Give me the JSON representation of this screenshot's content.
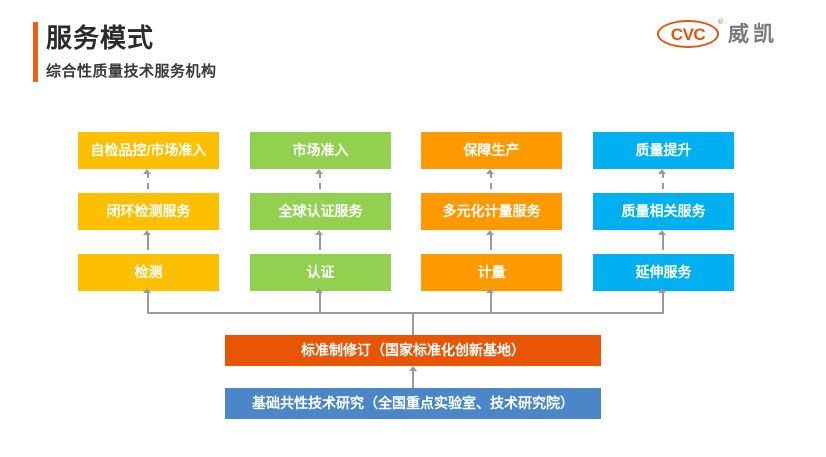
{
  "header": {
    "title": "服务模式",
    "subtitle": "综合性质量技术服务机构",
    "accent_color": "#E8610E"
  },
  "logo": {
    "mark_text": "CVC",
    "registered_mark": "®",
    "name_cn": "威凯",
    "mark_color": "#E8540D",
    "name_color": "#7A7A7A"
  },
  "diagram": {
    "columns": [
      {
        "id": "testing",
        "color": "#FCC000",
        "color_name": "amber",
        "outcome": "自检品控/市场准入",
        "service": "闭环检测服务",
        "capability": "检测"
      },
      {
        "id": "certification",
        "color": "#92D050",
        "color_name": "green",
        "outcome": "市场准入",
        "service": "全球认证服务",
        "capability": "认证"
      },
      {
        "id": "metrology",
        "color": "#FF9900",
        "color_name": "orange",
        "outcome": "保障生产",
        "service": "多元化计量服务",
        "capability": "计量"
      },
      {
        "id": "quality",
        "color": "#00B0F0",
        "color_name": "blue",
        "outcome": "质量提升",
        "service": "质量相关服务",
        "capability": "延伸服务"
      }
    ],
    "foundation": [
      {
        "id": "standards",
        "label": "标准制修订（国家标准化创新基地）",
        "color": "#E85505"
      },
      {
        "id": "research",
        "label": "基础共性技术研究（全国重点实验室、技术研究院）",
        "color": "#4A86C8"
      }
    ],
    "connector_color": "#9A9A9A"
  }
}
